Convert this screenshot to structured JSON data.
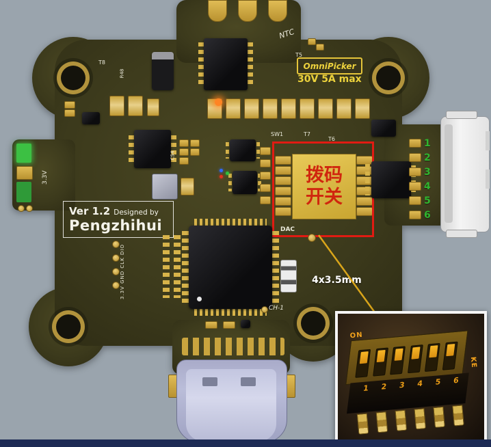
{
  "labels": {
    "ntc": "NTC",
    "t8": "T8",
    "r48": "R48",
    "t5": "T5",
    "sw1": "SW1",
    "t7": "T7",
    "t6": "T6",
    "c54": "C54",
    "dac": "DAC",
    "ch1": "CH-1",
    "v33": "3.3V",
    "io_column": "3.3V GND CLK DIO"
  },
  "badge": {
    "brand": "OmniPicker",
    "rating": "30V 5A max"
  },
  "version_box": {
    "version": "Ver 1.2",
    "designed_by": "Designed by",
    "designer": "Pengzhihui"
  },
  "dip_switch": {
    "label_line1": "拨码",
    "label_line2": "开关"
  },
  "right_connector": {
    "pin_numbers": [
      "1",
      "2",
      "3",
      "4",
      "5",
      "6"
    ]
  },
  "annotation": {
    "dimension": "4x3.5mm"
  },
  "inset": {
    "on_label": "ON",
    "side_label": "KE",
    "pin_numbers": [
      "1",
      "2",
      "3",
      "4",
      "5",
      "6"
    ]
  },
  "colors": {
    "background": "#9aa4ad",
    "bottom_bar": "#1d2b55",
    "pcb": "#3f3c1e",
    "gold": "#c9a43e",
    "annotation_red": "#e11b12",
    "silkscreen": "#eae9da",
    "badge_yellow": "#ecd23c",
    "pin_number_green": "#2fb52f"
  }
}
